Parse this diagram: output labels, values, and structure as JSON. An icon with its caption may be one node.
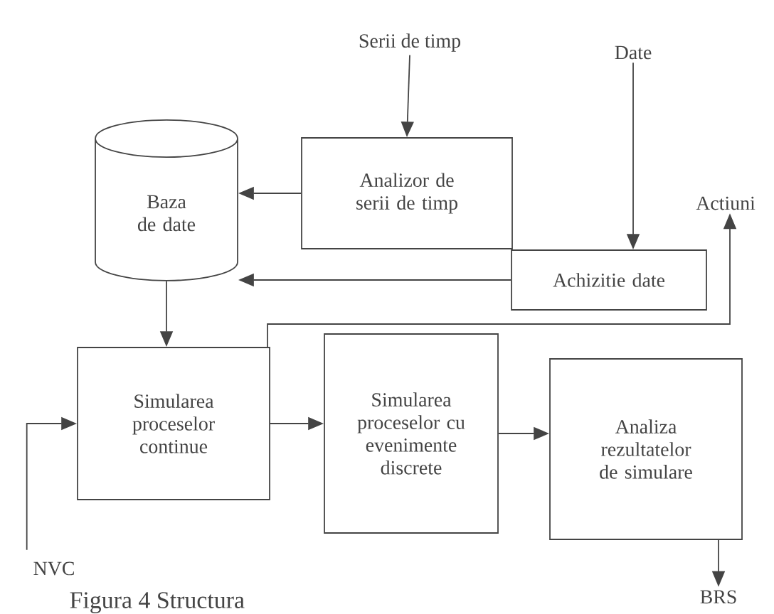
{
  "diagram": {
    "caption": "Figura 4 Structura",
    "nodes": [
      {
        "text": [
          "Serii de timp"
        ]
      },
      {
        "text": [
          "Date"
        ]
      },
      {
        "text": [
          "Baza de date"
        ]
      },
      {
        "text": [
          "Analizor de serii de timp"
        ]
      },
      {
        "text": [
          "Actiuni"
        ]
      },
      {
        "text": [
          "Achizitie date"
        ]
      },
      {
        "text": [
          "Simularea proceselor continue"
        ]
      },
      {
        "text": [
          "Simularea proceselor cu evenimente discrete"
        ]
      },
      {
        "text": [
          "Analiza rezultatelor de simulare"
        ]
      },
      {
        "text": [
          "NVC"
        ]
      },
      {
        "text": [
          "BRS"
        ]
      }
    ],
    "edges": [
      {
        "from": 0,
        "to": 3,
        "arrow": "to"
      },
      {
        "from": 1,
        "to": 5,
        "arrow": "to"
      },
      {
        "from": 3,
        "to": 2,
        "arrow": "to"
      },
      {
        "from": 5,
        "to": 2,
        "arrow": "to"
      },
      {
        "from": 2,
        "to": 6,
        "arrow": "to"
      },
      {
        "from": 6,
        "to": 4,
        "arrow": "to"
      },
      {
        "from": 9,
        "to": 6,
        "arrow": "to"
      },
      {
        "from": 6,
        "to": 7,
        "arrow": "to"
      },
      {
        "from": 7,
        "to": 8,
        "arrow": "to"
      },
      {
        "from": 8,
        "to": 10,
        "arrow": "to"
      }
    ]
  }
}
